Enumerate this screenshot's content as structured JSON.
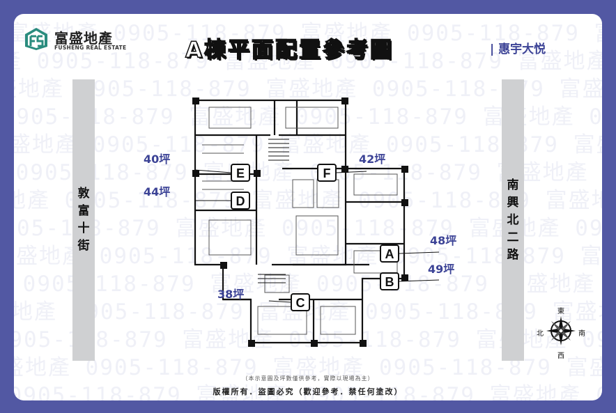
{
  "brand": {
    "name": "富盛地產",
    "sub": "FUSHENG REAL ESTATE"
  },
  "title": "A棟平面配置參考圖",
  "project": "| 惠宇大悦",
  "watermark": {
    "text": "富盛地產 0905-118-879 富盛地產 0905-118-879 富盛地產 0905-118-879"
  },
  "streets": {
    "left": [
      "敦",
      "富",
      "十",
      "街"
    ],
    "right": [
      "南",
      "興",
      "北",
      "二",
      "路"
    ]
  },
  "units": [
    {
      "letter": "E",
      "area": "40坪"
    },
    {
      "letter": "D",
      "area": "44坪"
    },
    {
      "letter": "F",
      "area": "42坪"
    },
    {
      "letter": "A",
      "area": "48坪"
    },
    {
      "letter": "B",
      "area": "49坪"
    },
    {
      "letter": "C",
      "area": "38坪"
    }
  ],
  "compass": {
    "east": "東",
    "west": "西",
    "south": "南",
    "north": "北"
  },
  "disclaimer": "（本示意圖及坪數僅供參考，實際以現場為主）",
  "copyright": "版權所有．盜圖必究（歡迎參考．禁任何塗改）",
  "colors": {
    "frame": "#5258a3",
    "accent": "#3c4396",
    "street": "#cfd0d2"
  }
}
